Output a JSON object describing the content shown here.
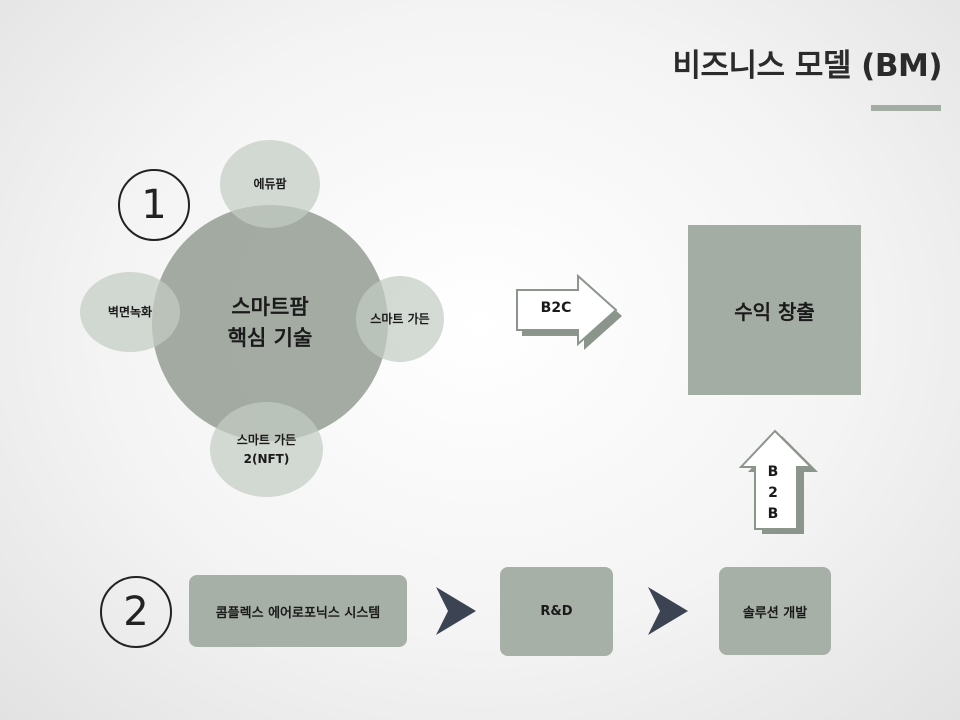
{
  "title": "비즈니스 모델 (BM)",
  "section1": {
    "number": "1",
    "center": {
      "line1": "스마트팜",
      "line2": "핵심 기술"
    },
    "satellites": {
      "top": "에듀팜",
      "left": "벽면녹화",
      "right": "스마트 가든",
      "bottom": {
        "line1": "스마트 가든",
        "line2": "2(NFT)"
      }
    },
    "b2c_label": "B2C",
    "revenue_label": "수익 창출",
    "b2b_letters": [
      "B",
      "2",
      "B"
    ]
  },
  "section2": {
    "number": "2",
    "steps": [
      "콤플렉스 에어로포닉스 시스템",
      "R&D",
      "솔루션 개발"
    ]
  },
  "colors": {
    "accent": "#a4ada4",
    "dark_chevron": "#3c4454",
    "arrow_shadow": "#8c958c"
  }
}
